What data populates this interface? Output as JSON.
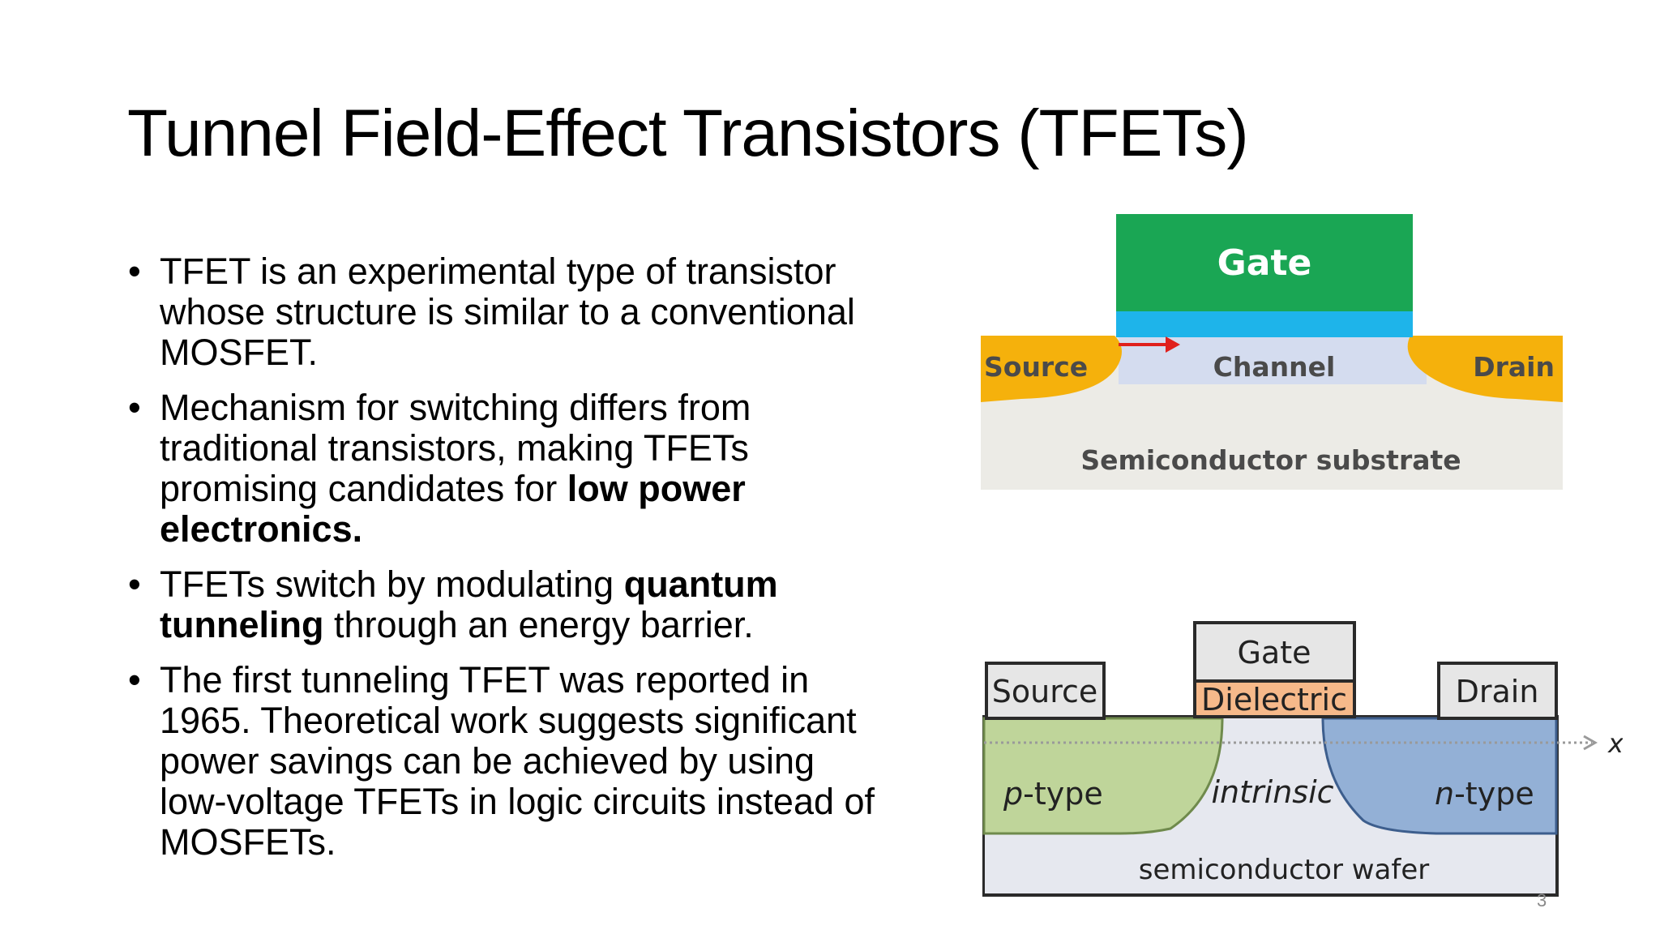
{
  "slide": {
    "title": "Tunnel Field-Effect Transistors (TFETs)",
    "page_number": "3"
  },
  "bullets": [
    {
      "symbol": "•",
      "parts": [
        {
          "text": "TFET is an experimental type of transistor whose structure is similar to a conventional MOSFET.",
          "bold": false
        }
      ]
    },
    {
      "symbol": "•",
      "parts": [
        {
          "text": "Mechanism for switching differs from traditional transistors, making TFETs promising candidates for ",
          "bold": false
        },
        {
          "text": "low power electronics.",
          "bold": true
        }
      ]
    },
    {
      "symbol": "•",
      "parts": [
        {
          "text": "TFETs switch by modulating ",
          "bold": false
        },
        {
          "text": "quantum tunneling",
          "bold": true
        },
        {
          "text": " through an energy barrier.",
          "bold": false
        }
      ]
    },
    {
      "symbol": "•",
      "parts": [
        {
          "text": "The first tunneling TFET was reported in 1965. Theoretical work suggests significant power savings can be achieved by using low-voltage TFETs in logic circuits instead of MOSFETs.",
          "bold": false
        }
      ]
    }
  ],
  "diagram_top": {
    "gate": "Gate",
    "source": "Source",
    "channel": "Channel",
    "drain": "Drain",
    "substrate": "Semiconductor substrate",
    "colors": {
      "gate": "#1aa654",
      "dielectric": "#1eb4ea",
      "source_drain": "#f5b10c",
      "substrate": "#ecebe6",
      "arrow": "#e0201c"
    }
  },
  "diagram_bottom": {
    "gate": "Gate",
    "dielectric": "Dielectric",
    "source": "Source",
    "drain": "Drain",
    "p_region_italic": "p",
    "p_region_suffix": "-type",
    "intrinsic": "intrinsic",
    "n_region_italic": "n",
    "n_region_suffix": "-type",
    "wafer": "semiconductor wafer",
    "axis": "x",
    "colors": {
      "contact": "#e6e6e6",
      "dielectric": "#f6b98a",
      "p_type": "#bfd59a",
      "n_type": "#93b0d6",
      "wafer": "#e6e8ef"
    }
  }
}
